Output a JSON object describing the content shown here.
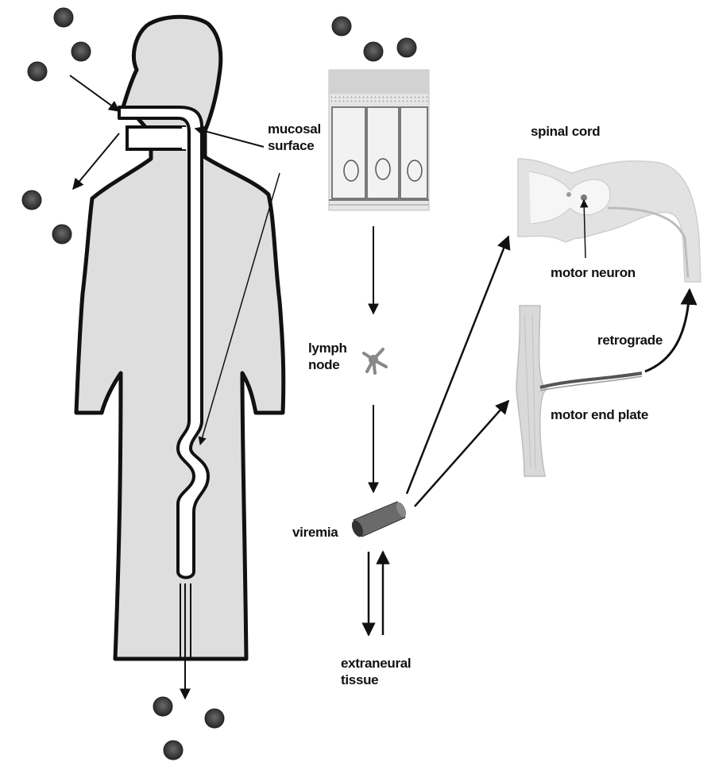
{
  "labels": {
    "mucosal": [
      "mucosal",
      "surface"
    ],
    "spinal_cord": "spinal cord",
    "motor_neuron": "motor neuron",
    "retrograde": "retrograde",
    "motor_end_plate": "motor end plate",
    "lymph_node": [
      "lymph",
      "node"
    ],
    "viremia": "viremia",
    "extraneural": [
      "extraneural",
      "tissue"
    ]
  },
  "colors": {
    "body_fill": "#dedede",
    "outline": "#111111",
    "virus": "#3a3a3a",
    "tissue": "#e4e4e4"
  }
}
